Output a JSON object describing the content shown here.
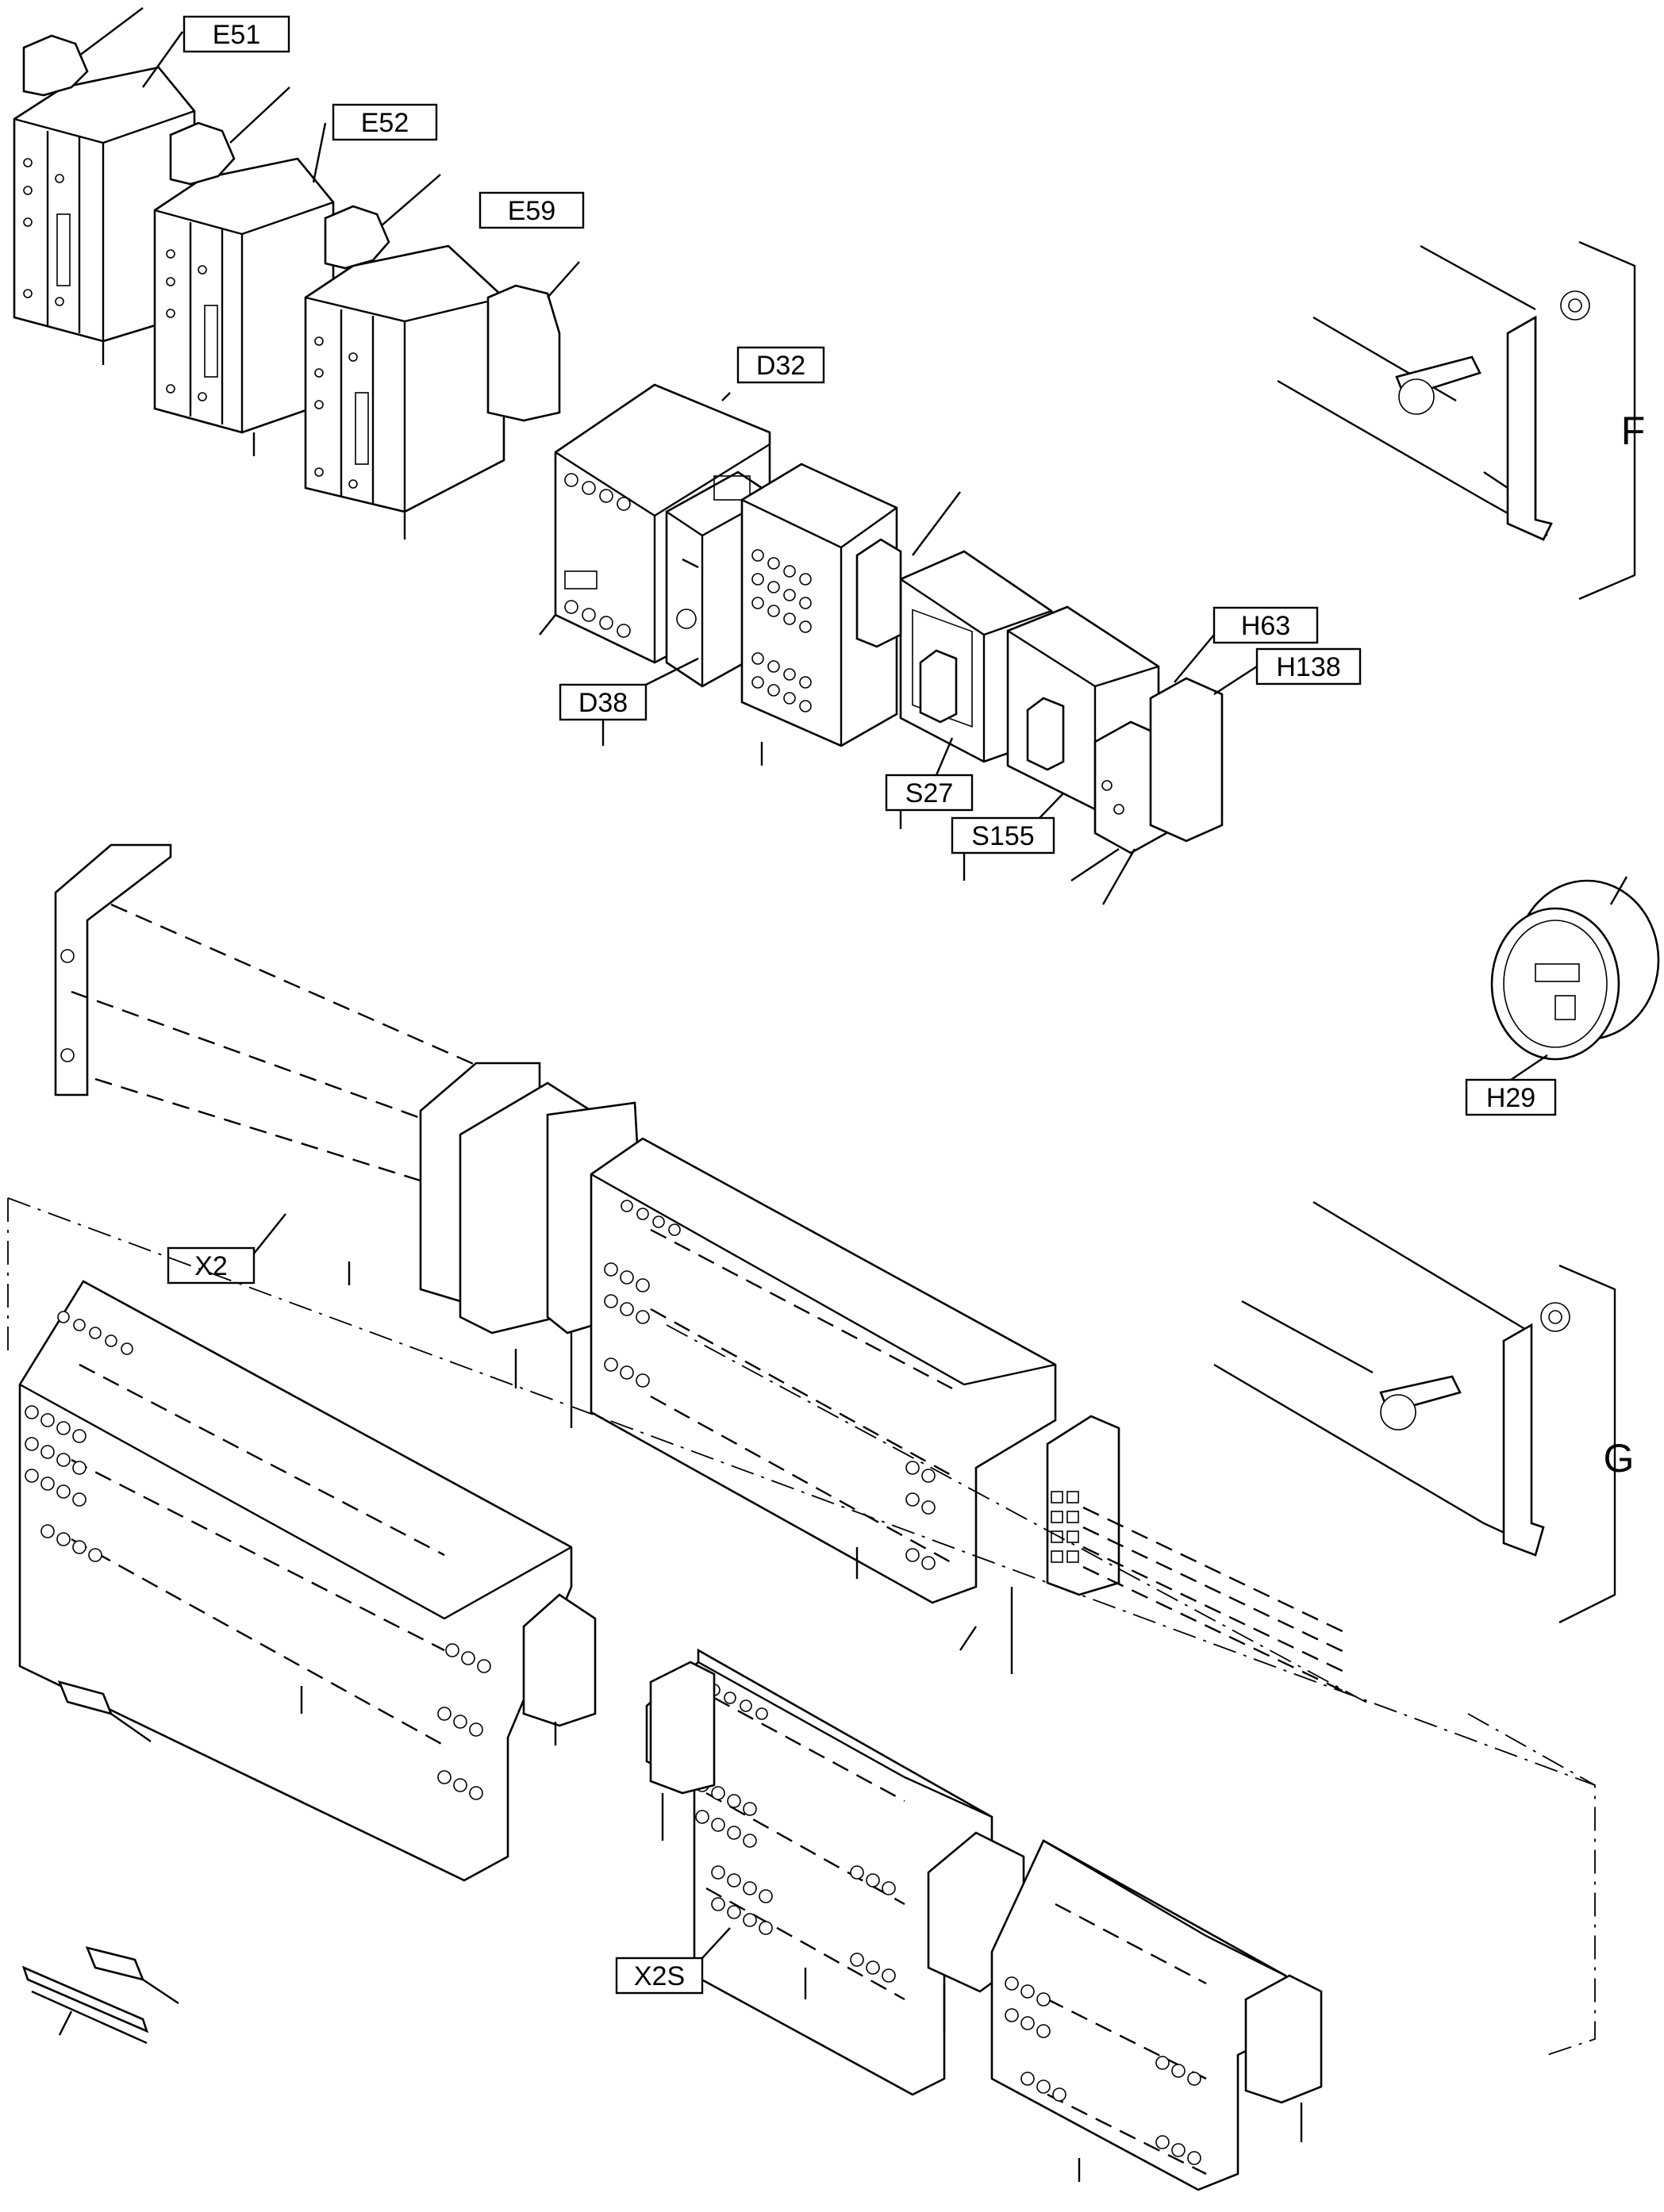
{
  "colors": {
    "ink": "#000000",
    "paper": "#ffffff"
  },
  "labels": {
    "e51": "E51",
    "e52": "E52",
    "e59": "E59",
    "d32": "D32",
    "d38": "D38",
    "h63": "H63",
    "h138": "H138",
    "s27": "S27",
    "s155": "S155",
    "h29": "H29",
    "x2": "X2",
    "x2s": "X2S",
    "f": "F",
    "g": "G"
  }
}
